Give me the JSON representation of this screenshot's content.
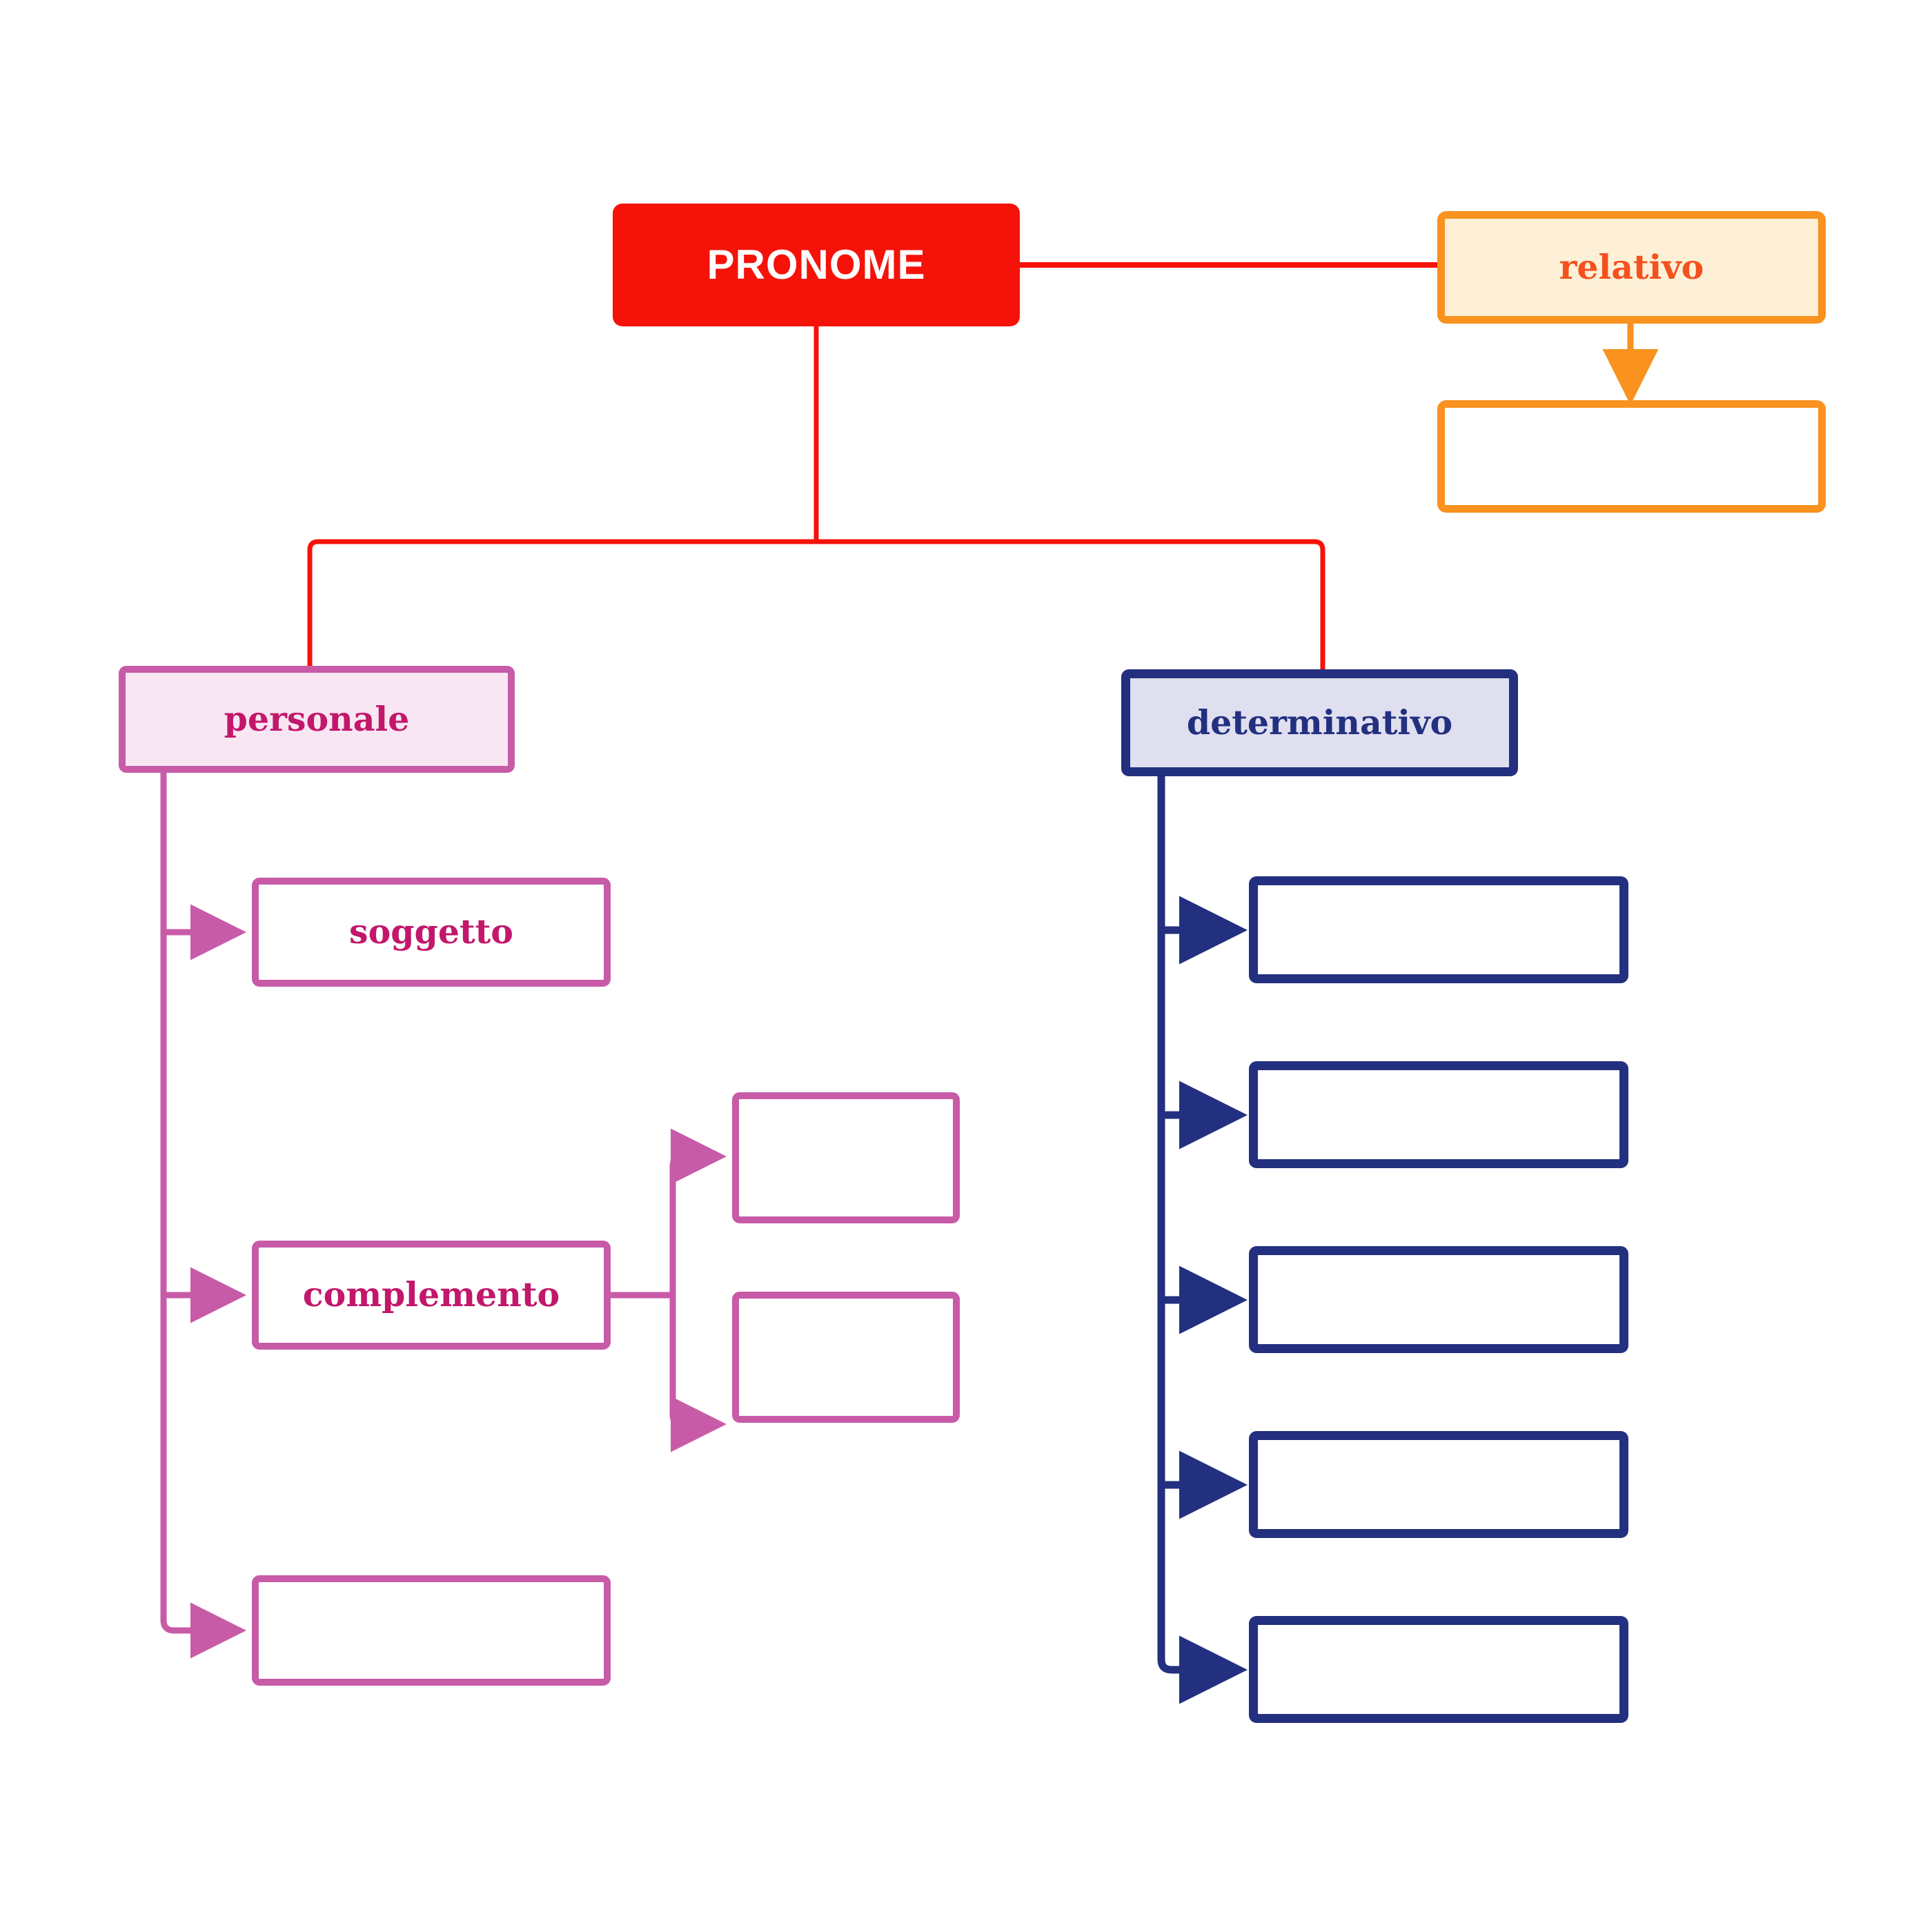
{
  "diagram": {
    "title": "PRONOME",
    "type": "tree-diagram",
    "language": "it",
    "colors": {
      "root_fill": "#f51209",
      "root_text": "#ffffff",
      "orange_border": "#f9921e",
      "orange_fill": "#fdf0d6",
      "orange_text": "#f4511e",
      "pink_border": "#c85ba8",
      "pink_fill": "#f8e6f3",
      "pink_text": "#c2176b",
      "blue_border": "#23307f",
      "blue_fill": "#dfdff0",
      "blue_text": "#23307f",
      "empty_fill": "#ffffff",
      "background": "#ffffff"
    },
    "nodes": {
      "root": {
        "label": "PRONOME"
      },
      "relativo": {
        "label": "relativo"
      },
      "relativo_child": {
        "label": ""
      },
      "personale": {
        "label": "personale"
      },
      "soggetto": {
        "label": "soggetto"
      },
      "complemento": {
        "label": "complemento"
      },
      "personale_empty": {
        "label": ""
      },
      "complemento_child_1": {
        "label": ""
      },
      "complemento_child_2": {
        "label": ""
      },
      "determinativo": {
        "label": "determinativo"
      },
      "determinativo_child_1": {
        "label": ""
      },
      "determinativo_child_2": {
        "label": ""
      },
      "determinativo_child_3": {
        "label": ""
      },
      "determinativo_child_4": {
        "label": ""
      },
      "determinativo_child_5": {
        "label": ""
      }
    },
    "edges": [
      {
        "from": "root",
        "to": "relativo",
        "style": "straight-line",
        "color": "#f51209"
      },
      {
        "from": "relativo",
        "to": "relativo_child",
        "style": "arrow-down",
        "color": "#f9921e"
      },
      {
        "from": "root",
        "to": "personale",
        "style": "elbow",
        "color": "#f51209"
      },
      {
        "from": "root",
        "to": "determinativo",
        "style": "elbow",
        "color": "#f51209"
      },
      {
        "from": "personale",
        "to": "soggetto",
        "style": "arrow-right",
        "color": "#c85ba8"
      },
      {
        "from": "personale",
        "to": "complemento",
        "style": "arrow-right",
        "color": "#c85ba8"
      },
      {
        "from": "personale",
        "to": "personale_empty",
        "style": "arrow-right",
        "color": "#c85ba8"
      },
      {
        "from": "complemento",
        "to": "complemento_child_1",
        "style": "arrow-right",
        "color": "#c85ba8"
      },
      {
        "from": "complemento",
        "to": "complemento_child_2",
        "style": "arrow-right",
        "color": "#c85ba8"
      },
      {
        "from": "determinativo",
        "to": "determinativo_child_1",
        "style": "arrow-right",
        "color": "#23307f"
      },
      {
        "from": "determinativo",
        "to": "determinativo_child_2",
        "style": "arrow-right",
        "color": "#23307f"
      },
      {
        "from": "determinativo",
        "to": "determinativo_child_3",
        "style": "arrow-right",
        "color": "#23307f"
      },
      {
        "from": "determinativo",
        "to": "determinativo_child_4",
        "style": "arrow-right",
        "color": "#23307f"
      },
      {
        "from": "determinativo",
        "to": "determinativo_child_5",
        "style": "arrow-right",
        "color": "#23307f"
      }
    ]
  }
}
